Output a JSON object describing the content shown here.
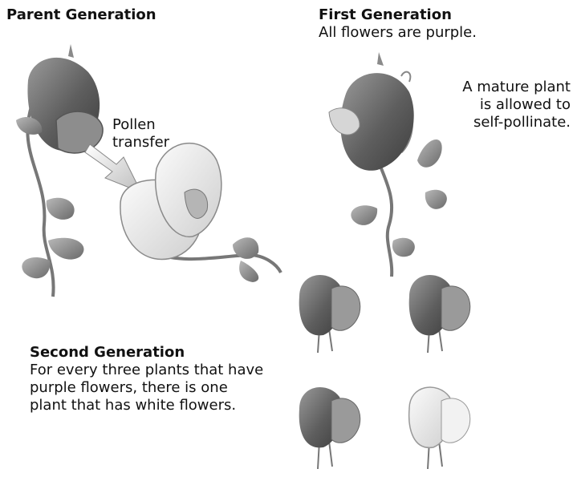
{
  "parent_generation": {
    "heading": "Parent Generation"
  },
  "pollen_transfer": {
    "lines": [
      "Pollen",
      "transfer"
    ]
  },
  "first_generation": {
    "heading": "First Generation",
    "text": "All flowers are purple.",
    "note_lines": [
      "A mature plant",
      "is allowed to",
      "self-pollinate."
    ]
  },
  "second_generation": {
    "heading": "Second Generation",
    "text_lines": [
      "For every three plants that have",
      "purple flowers, there is one",
      "plant that has white flowers."
    ],
    "flowers": [
      "purple",
      "purple",
      "purple",
      "white"
    ]
  },
  "colors": {
    "purple_flower": "#6f6f6f",
    "white_flower": "#e9e9e9",
    "leaf": "#8a8a8a",
    "stem": "#777777"
  }
}
